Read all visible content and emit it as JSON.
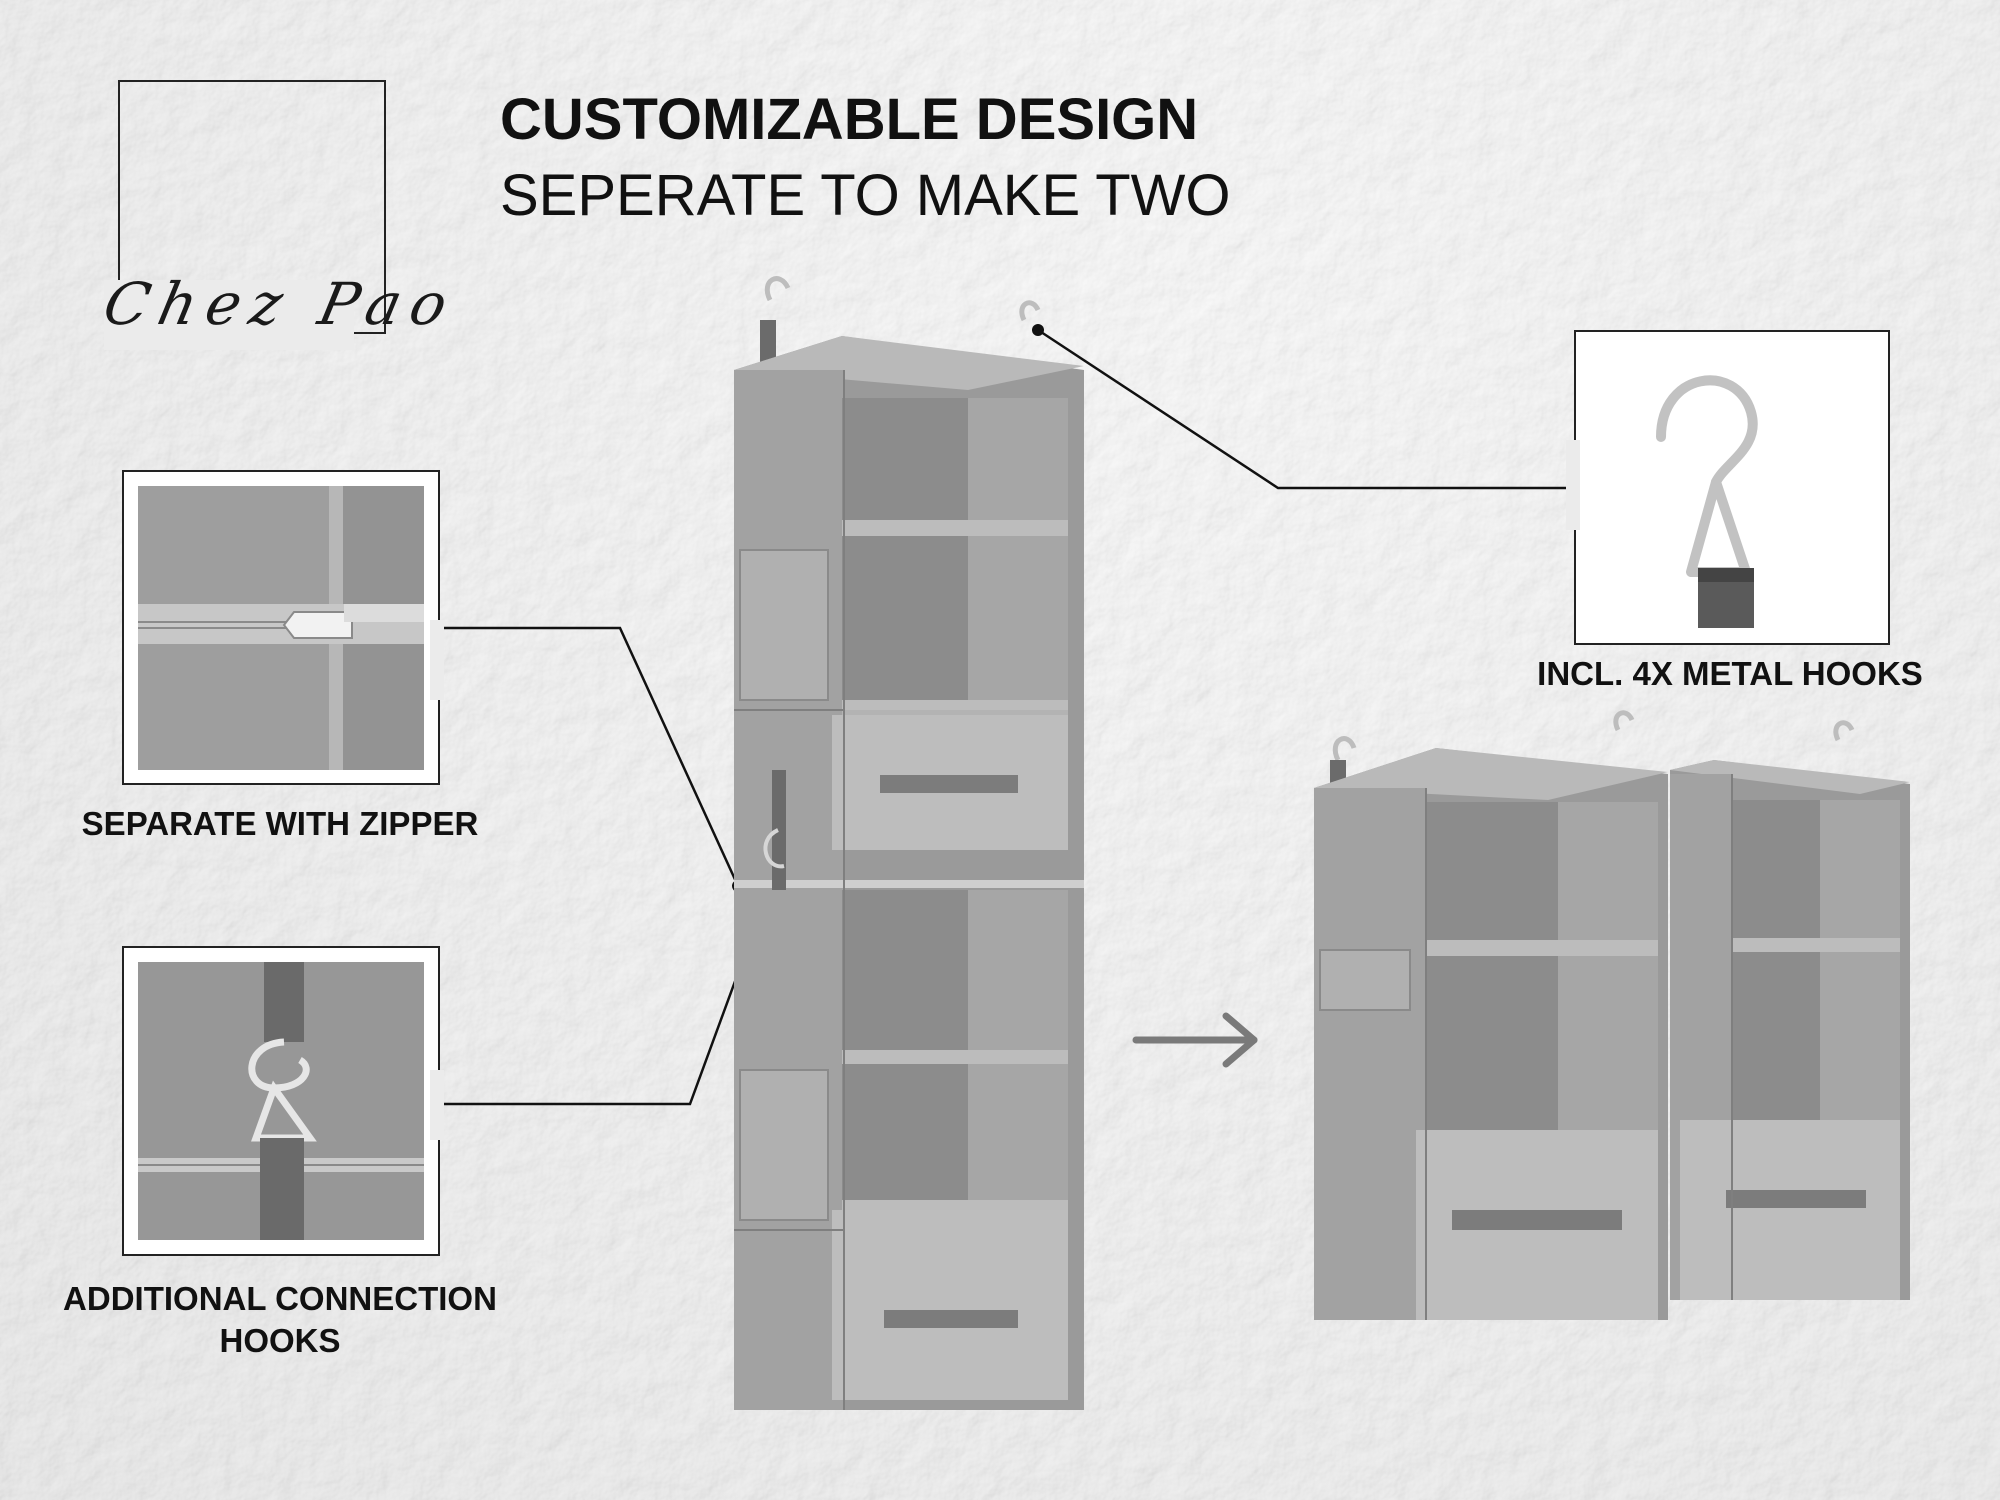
{
  "brand": {
    "logo_text": "Chez Pao"
  },
  "header": {
    "title": "CUSTOMIZABLE DESIGN",
    "subtitle": "SEPERATE TO MAKE TWO"
  },
  "callouts": {
    "zipper": "SEPARATE WITH ZIPPER",
    "connection_line1": "ADDITIONAL CONNECTION",
    "connection_line2": "HOOKS",
    "hooks": "INCL. 4X METAL HOOKS"
  },
  "colors": {
    "fabric": "#8f8f8f",
    "fabric_dark": "#6e6e6e",
    "fabric_light": "#a9a9a9",
    "line": "#111111",
    "arrow": "#7a7a7a"
  },
  "icons": [
    "zipper-detail",
    "connection-hook-detail",
    "metal-hook-detail",
    "arrow-right-icon"
  ]
}
